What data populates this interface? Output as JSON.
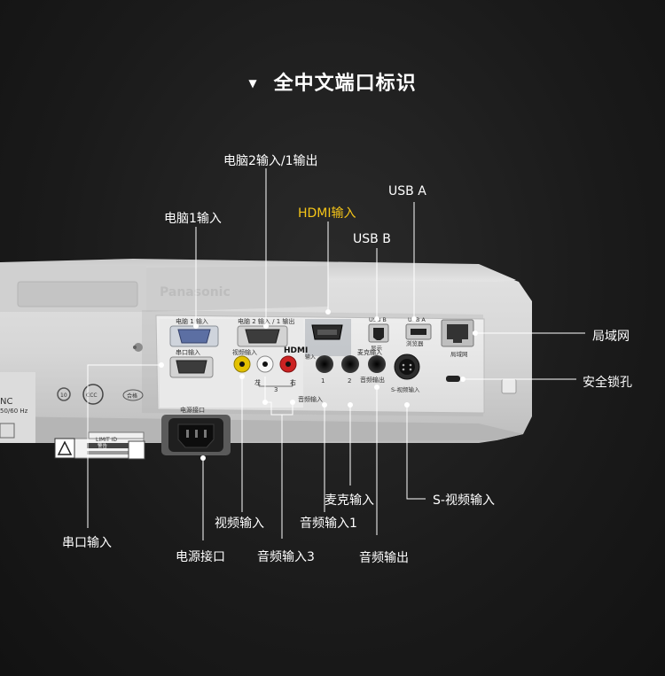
{
  "title": "全中文端口标识",
  "title_marker": "▼",
  "accent_color": "#f5c518",
  "panel_text": {
    "pc1": "电脑 1 输入",
    "pc2": "电脑 2 输入 / 1 输出",
    "serial": "串口输入",
    "video": "视频输入",
    "hdmi_logo": "HDMI",
    "hdmi_sub": "输入",
    "usb_b": "USB B",
    "usb_b_sub": "显示",
    "usb_a": "USB A",
    "usb_a_sub": "浏览器",
    "mic": "麦克输入",
    "audio_out": "音频输出",
    "lan": "局域网",
    "svideo": "S-视频输入",
    "audio_in": "音频输入",
    "left": "左",
    "right": "右",
    "n3": "3",
    "n1": "1",
    "n2": "2",
    "power": "电源接口",
    "warning": "警告",
    "brand": "Panasonic",
    "hz": "50/60 Hz",
    "nc": "NC",
    "n10": "10",
    "hege": "合格",
    "ccc": "CCC",
    "limit": "LIMIT ID"
  },
  "labels": {
    "pc1": "电脑1输入",
    "pc2": "电脑2输入/1输出",
    "hdmi": "HDMI输入",
    "usb_a": "USB A",
    "usb_b": "USB B",
    "lan": "局域网",
    "lock": "安全锁孔",
    "serial": "串口输入",
    "power": "电源接口",
    "video": "视频输入",
    "audio3": "音频输入3",
    "audio1": "音频输入1",
    "mic": "麦克输入",
    "svideo": "S-视频输入",
    "audio_out": "音频输出"
  }
}
